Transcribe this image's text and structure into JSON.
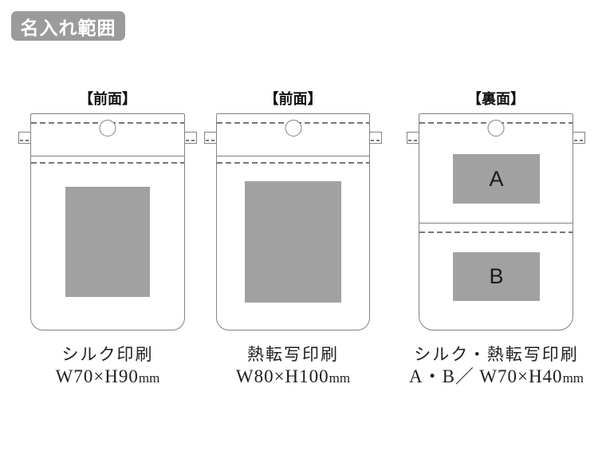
{
  "header": {
    "badge": "名入れ範囲"
  },
  "colors": {
    "badge_bg": "#9b9b9b",
    "badge_text": "#ffffff",
    "outline_gray": "#828282",
    "dash_gray": "#777777",
    "print_area_gray": "#a1a1a1",
    "text": "#1f1f1f"
  },
  "figures": [
    {
      "view": "【前面】",
      "method": "シルク印刷",
      "size": "W70×H90",
      "unit": "mm"
    },
    {
      "view": "【前面】",
      "method": "熱転写印刷",
      "size": "W80×H100",
      "unit": "mm"
    },
    {
      "view": "【裏面】",
      "method": "シルク・熱転写印刷",
      "size": "A・B／ W70×H40",
      "unit": "mm",
      "area_labels": [
        "A",
        "B"
      ]
    }
  ]
}
